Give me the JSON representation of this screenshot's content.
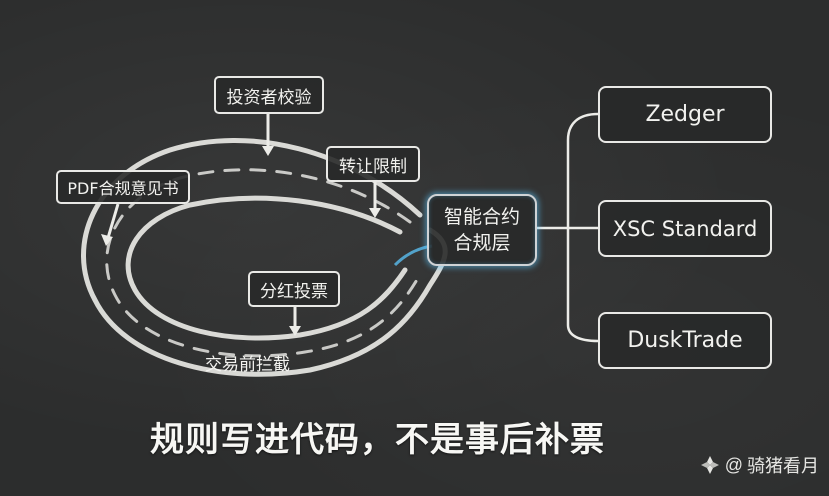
{
  "core": {
    "line1": "智能合约",
    "line2": "合规层"
  },
  "checkpoints": {
    "investor": "投资者校验",
    "transfer": "转让限制",
    "pdf": "PDF合规意见书",
    "dividend": "分红投票"
  },
  "track_label": "交易前拦截",
  "platforms": [
    "Zedger",
    "XSC Standard",
    "DuskTrade"
  ],
  "caption": "规则写进代码，不是事后补票",
  "watermark": "骑猪看月",
  "colors": {
    "glow": "#5abef0",
    "chalk": "#f2f2ef",
    "board": "#2c2d2d"
  }
}
